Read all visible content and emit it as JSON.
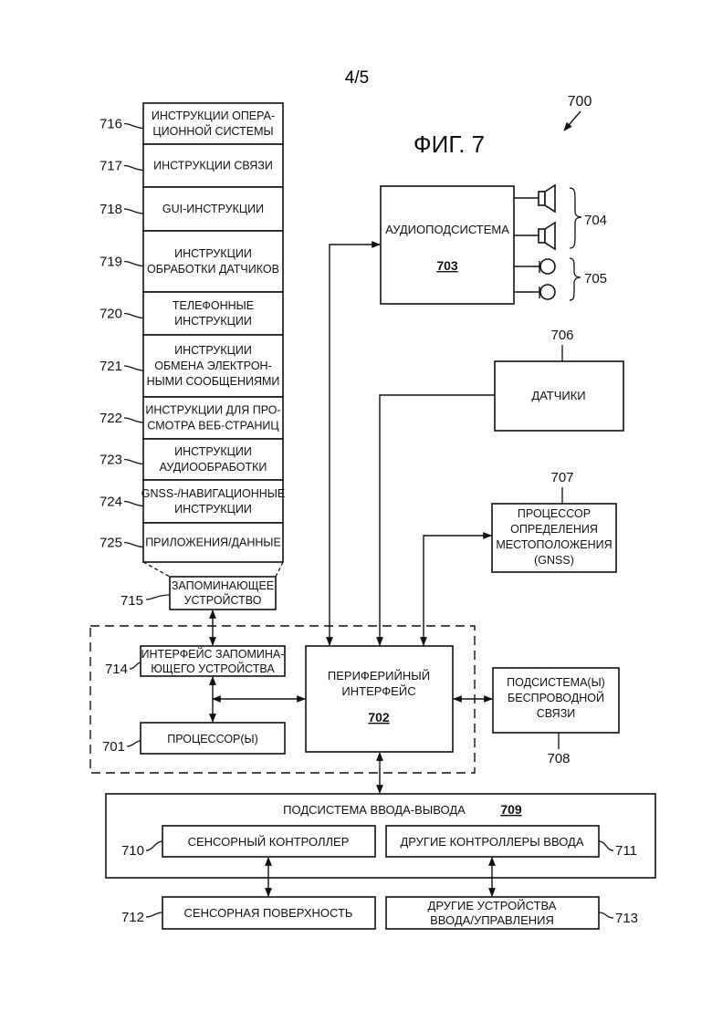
{
  "page_number": "4/5",
  "figure_title": "ФИГ. 7",
  "ref_700": "700",
  "memory_items": [
    {
      "ref": "716",
      "lines": [
        "ИНСТРУКЦИИ ОПЕРА-",
        "ЦИОННОЙ СИСТЕМЫ"
      ]
    },
    {
      "ref": "717",
      "lines": [
        "ИНСТРУКЦИИ СВЯЗИ"
      ]
    },
    {
      "ref": "718",
      "lines": [
        "GUI-ИНСТРУКЦИИ"
      ]
    },
    {
      "ref": "719",
      "lines": [
        "ИНСТРУКЦИИ",
        "ОБРАБОТКИ ДАТЧИКОВ"
      ]
    },
    {
      "ref": "720",
      "lines": [
        "ТЕЛЕФОННЫЕ",
        "ИНСТРУКЦИИ"
      ]
    },
    {
      "ref": "721",
      "lines": [
        "ИНСТРУКЦИИ",
        "ОБМЕНА ЭЛЕКТРОН-",
        "НЫМИ СООБЩЕНИЯМИ"
      ]
    },
    {
      "ref": "722",
      "lines": [
        "ИНСТРУКЦИИ ДЛЯ ПРО-",
        "СМОТРА ВЕБ-СТРАНИЦ"
      ]
    },
    {
      "ref": "723",
      "lines": [
        "ИНСТРУКЦИИ",
        "АУДИООБРАБОТКИ"
      ]
    },
    {
      "ref": "724",
      "lines": [
        "GNSS-/НАВИГАЦИОННЫЕ",
        "ИНСТРУКЦИИ"
      ]
    },
    {
      "ref": "725",
      "lines": [
        "ПРИЛОЖЕНИЯ/ДАННЫЕ"
      ]
    }
  ],
  "memory": {
    "ref": "715",
    "line1": "ЗАПОМИНАЮЩЕЕ",
    "line2": "УСТРОЙСТВО"
  },
  "memory_interface": {
    "ref": "714",
    "line1": "ИНТЕРФЕЙС ЗАПОМИНА-",
    "line2": "ЮЩЕГО УСТРОЙСТВА"
  },
  "processor": {
    "ref": "701",
    "label": "ПРОЦЕССОР(Ы)"
  },
  "peripheral": {
    "line1": "ПЕРИФЕРИЙНЫЙ",
    "line2": "ИНТЕРФЕЙС",
    "num": "702"
  },
  "audio": {
    "label": "АУДИОПОДСИСТЕМА",
    "num": "703",
    "speakers_ref": "704",
    "mics_ref": "705"
  },
  "sensors": {
    "ref": "706",
    "label": "ДАТЧИКИ"
  },
  "location": {
    "ref": "707",
    "line1": "ПРОЦЕССОР",
    "line2": "ОПРЕДЕЛЕНИЯ",
    "line3": "МЕСТОПОЛОЖЕНИЯ",
    "line4": "(GNSS)"
  },
  "wireless": {
    "ref": "708",
    "line1": "ПОДСИСТЕМА(Ы)",
    "line2": "БЕСПРОВОДНОЙ",
    "line3": "СВЯЗИ"
  },
  "io": {
    "label": "ПОДСИСТЕМА ВВОДА-ВЫВОДА",
    "num": "709"
  },
  "touch_controller": {
    "ref": "710",
    "label": "СЕНСОРНЫЙ КОНТРОЛЛЕР"
  },
  "other_controllers": {
    "ref": "711",
    "label": "ДРУГИЕ КОНТРОЛЛЕРЫ ВВОДА"
  },
  "touch_surface": {
    "ref": "712",
    "label": "СЕНСОРНАЯ ПОВЕРХНОСТЬ"
  },
  "other_devices": {
    "ref": "713",
    "line1": "ДРУГИЕ УСТРОЙСТВА",
    "line2": "ВВОДА/УПРАВЛЕНИЯ"
  }
}
